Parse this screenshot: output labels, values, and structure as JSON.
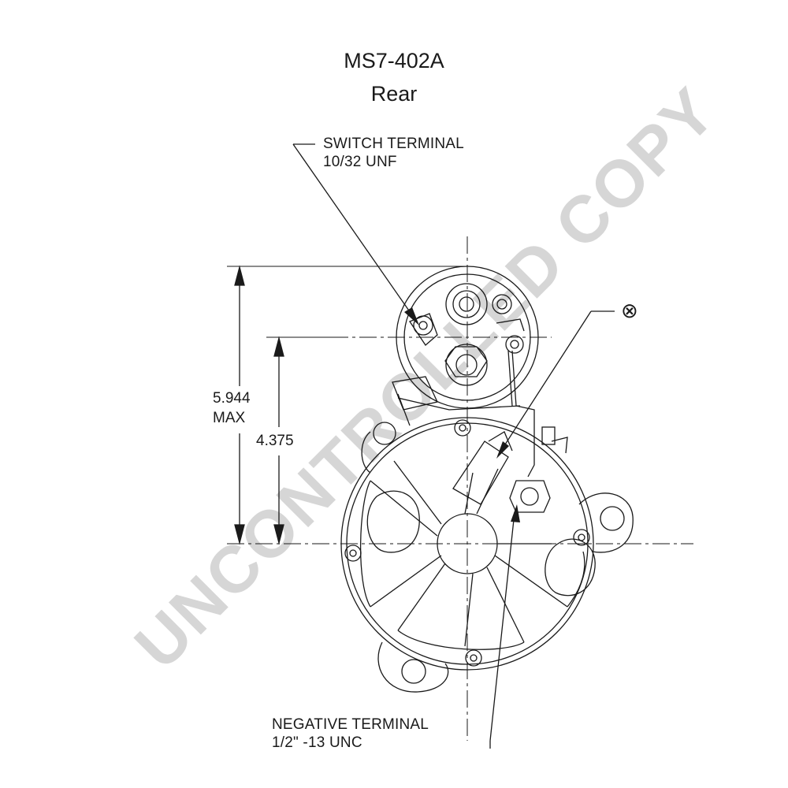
{
  "title": {
    "model": "MS7-402A",
    "view": "Rear"
  },
  "callouts": {
    "switch_terminal": {
      "line1": "SWITCH TERMINAL",
      "line2": "10/32 UNF"
    },
    "negative_terminal": {
      "line1": "NEGATIVE TERMINAL",
      "line2": "1/2\" -13 UNC"
    }
  },
  "dimensions": {
    "overall_height": {
      "value": "5.944",
      "qualifier": "MAX"
    },
    "center_height": {
      "value": "4.375"
    }
  },
  "symbols": {
    "ground_marker": "⊗"
  },
  "watermark": "UNCONTROLLED COPY",
  "colors": {
    "line": "#1a1a1a",
    "watermark": "#cfcfcf"
  }
}
